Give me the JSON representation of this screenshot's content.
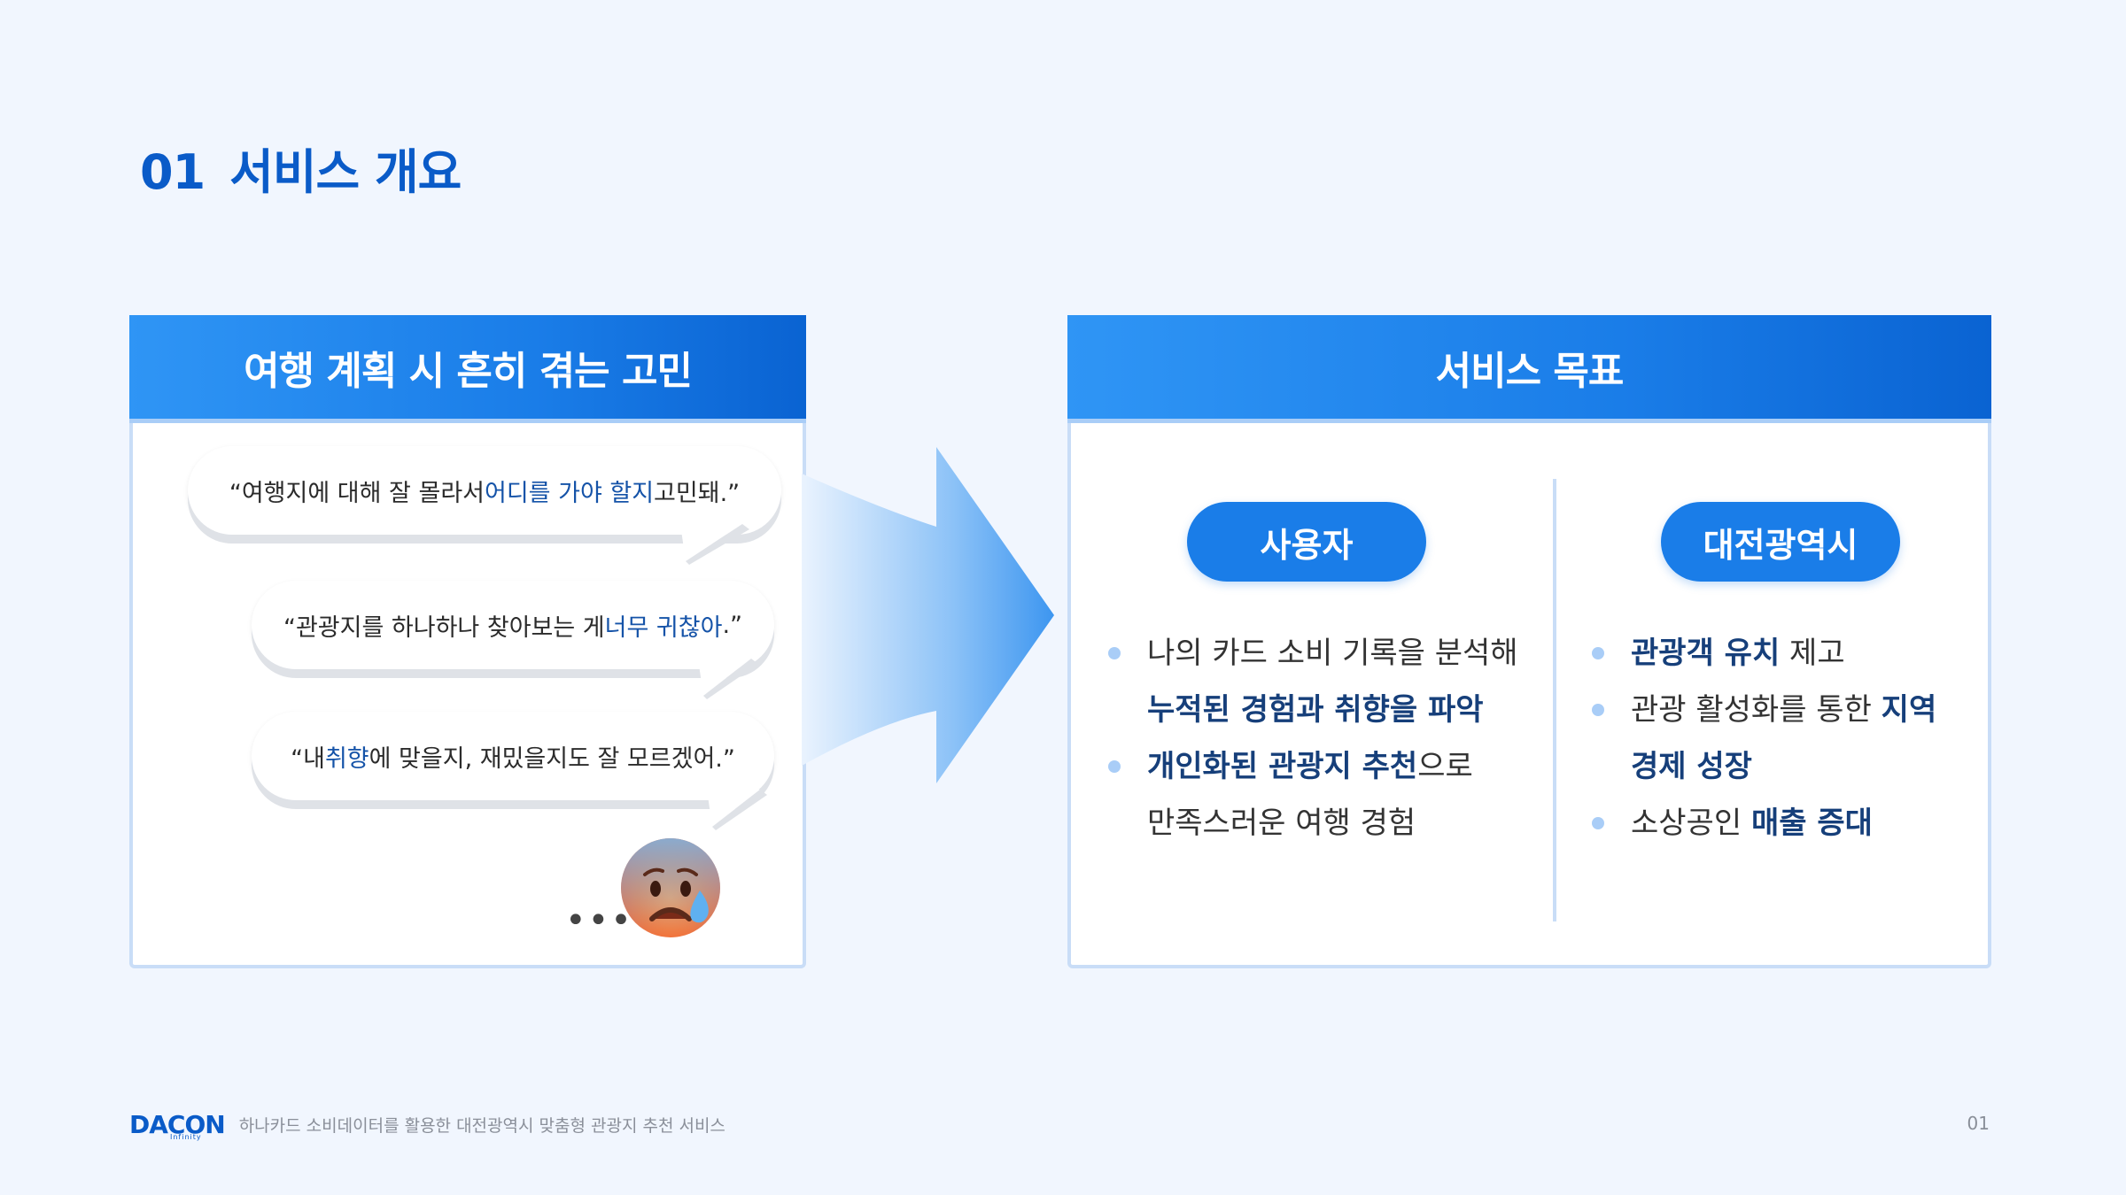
{
  "header": {
    "number": "01",
    "title": "서비스 개요"
  },
  "left_card": {
    "title": "여행 계획 시 흔히 겪는 고민",
    "bubbles": [
      {
        "pre": "“여행지에 대해 잘 몰라서 ",
        "highlight": "어디를 가야 할지",
        "post": " 고민돼.”"
      },
      {
        "pre": "“관광지를 하나하나 찾아보는 게 ",
        "highlight": "너무 귀찮아",
        "post": ".”"
      },
      {
        "pre": "“내 ",
        "highlight": "취향",
        "post": "에 맞을지, 재밌을지도 잘 모르겠어.”"
      }
    ],
    "ellipsis": "•••",
    "emoji_icon": "anxious-face-with-sweat-icon"
  },
  "right_card": {
    "title": "서비스 목표",
    "user": {
      "label": "사용자",
      "items": [
        {
          "line1": "나의 카드 소비 기록을 분석해",
          "line2": "누적된 경험과 취향을 파악"
        },
        {
          "line1_bold": "개인화된 관광지 추천",
          "line1_rest": "으로",
          "line2": "만족스러운 여행 경험"
        }
      ]
    },
    "city": {
      "label": "대전광역시",
      "items": [
        {
          "bold": "관광객 유치",
          "rest": " 제고"
        },
        {
          "line1": "관광 활성화를 통한 ",
          "line1_bold": "지역",
          "line2": "경제 성장"
        },
        {
          "pre": "소상공인 ",
          "bold": "매출 증대"
        }
      ]
    }
  },
  "footer": {
    "logo": "DACON",
    "logo_sub": "Infinity",
    "text": "하나카드 소비데이터를 활용한 대전광역시 맞춤형 관광지 추천 서비스",
    "page": "01"
  },
  "colors": {
    "accent": "#1a7de8",
    "title": "#0a5bc8",
    "emphasis": "#163f7a",
    "background": "#f1f6fe"
  }
}
